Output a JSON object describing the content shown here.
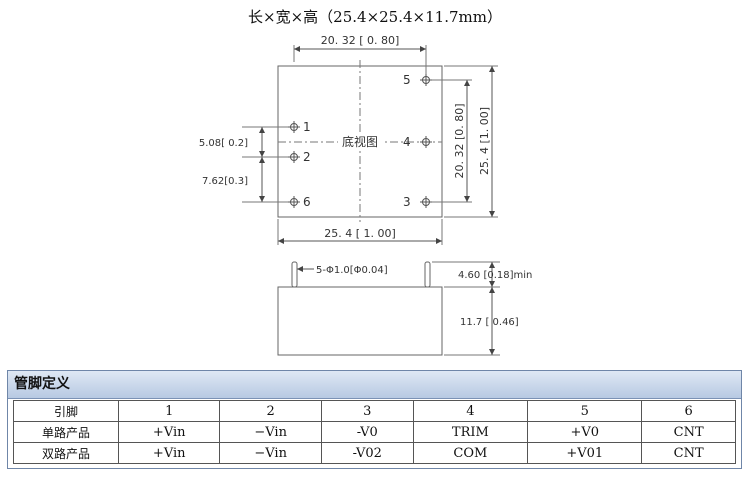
{
  "title": "长×宽×高（25.4×25.4×11.7mm）",
  "top_view": {
    "center_label": "底视图",
    "dim_width_top": "20. 32 [ 0. 80]",
    "dim_width_bottom": "25. 4 [ 1. 00]",
    "dim_height_inner": "20. 32 [0. 80]",
    "dim_height_outer": "25. 4 [1. 00]",
    "dim_pin_pitch_a": "5.08[ 0.2]",
    "dim_pin_pitch_b": "7.62[0.3]",
    "pins": [
      {
        "id": "1",
        "label": "1"
      },
      {
        "id": "2",
        "label": "2"
      },
      {
        "id": "6",
        "label": "6"
      },
      {
        "id": "5",
        "label": "5"
      },
      {
        "id": "4",
        "label": "4"
      },
      {
        "id": "3",
        "label": "3"
      }
    ]
  },
  "side_view": {
    "pin_dia": "5-Φ1.0[Φ0.04]",
    "pin_length": "4.60 [0.18]min",
    "body_height": "11.7 [ 0.46]"
  },
  "pin_table": {
    "header": "管脚定义",
    "columns": [
      "引脚",
      "1",
      "2",
      "3",
      "4",
      "5",
      "6"
    ],
    "rows": [
      [
        "单路产品",
        "+Vin",
        "−Vin",
        "-V0",
        "TRIM",
        "+V0",
        "CNT"
      ],
      [
        "双路产品",
        "+Vin",
        "−Vin",
        "-V02",
        "COM",
        "+V01",
        "CNT"
      ]
    ]
  }
}
